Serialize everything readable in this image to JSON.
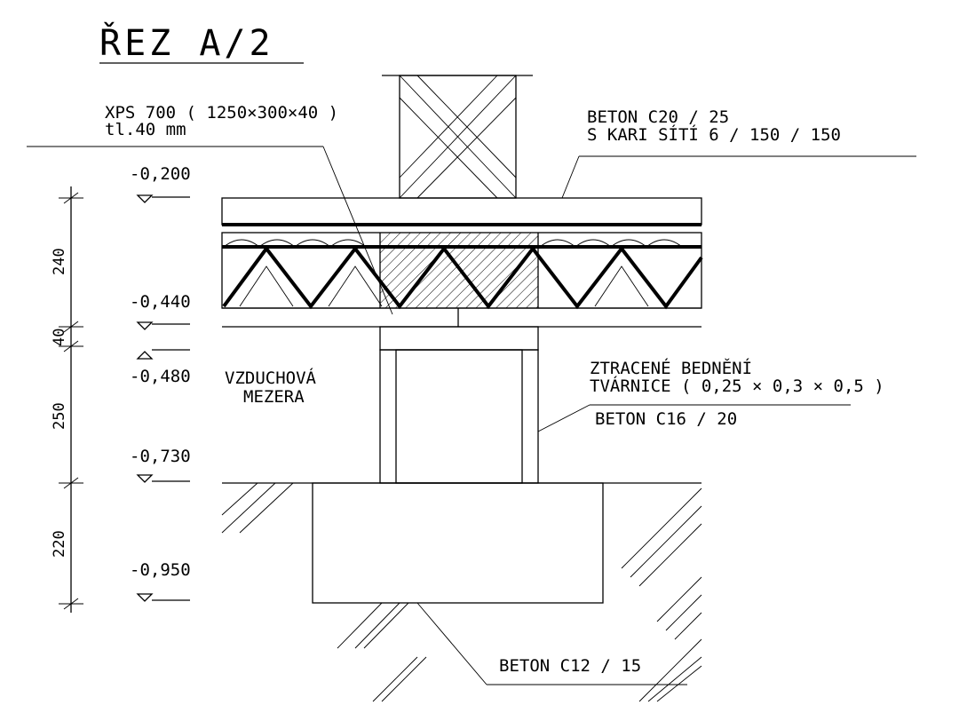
{
  "title": "ŘEZ A/2",
  "labels": {
    "xps_line1": "XPS 700 ( 1250×300×40 )",
    "xps_line2": "tl.40 mm",
    "slab_line1": "BETON C20 / 25",
    "slab_line2": "S KARI SÍTÍ 6 / 150 / 150",
    "air_line1": "VZDUCHOVÁ",
    "air_line2": "MEZERA",
    "formwork_line1": "ZTRACENÉ BEDNĚNÍ",
    "formwork_line2": "TVÁRNICE ( 0,25 × 0,3 × 0,5 )",
    "formwork_concrete": "BETON C16 / 20",
    "footing_concrete": "BETON C12 / 15"
  },
  "levels": [
    "-0,200",
    "-0,440",
    "-0,480",
    "-0,730",
    "-0,950"
  ],
  "dimensions": [
    "240",
    "40",
    "250",
    "220"
  ],
  "colors": {
    "ink": "#000000",
    "paper": "#ffffff"
  }
}
